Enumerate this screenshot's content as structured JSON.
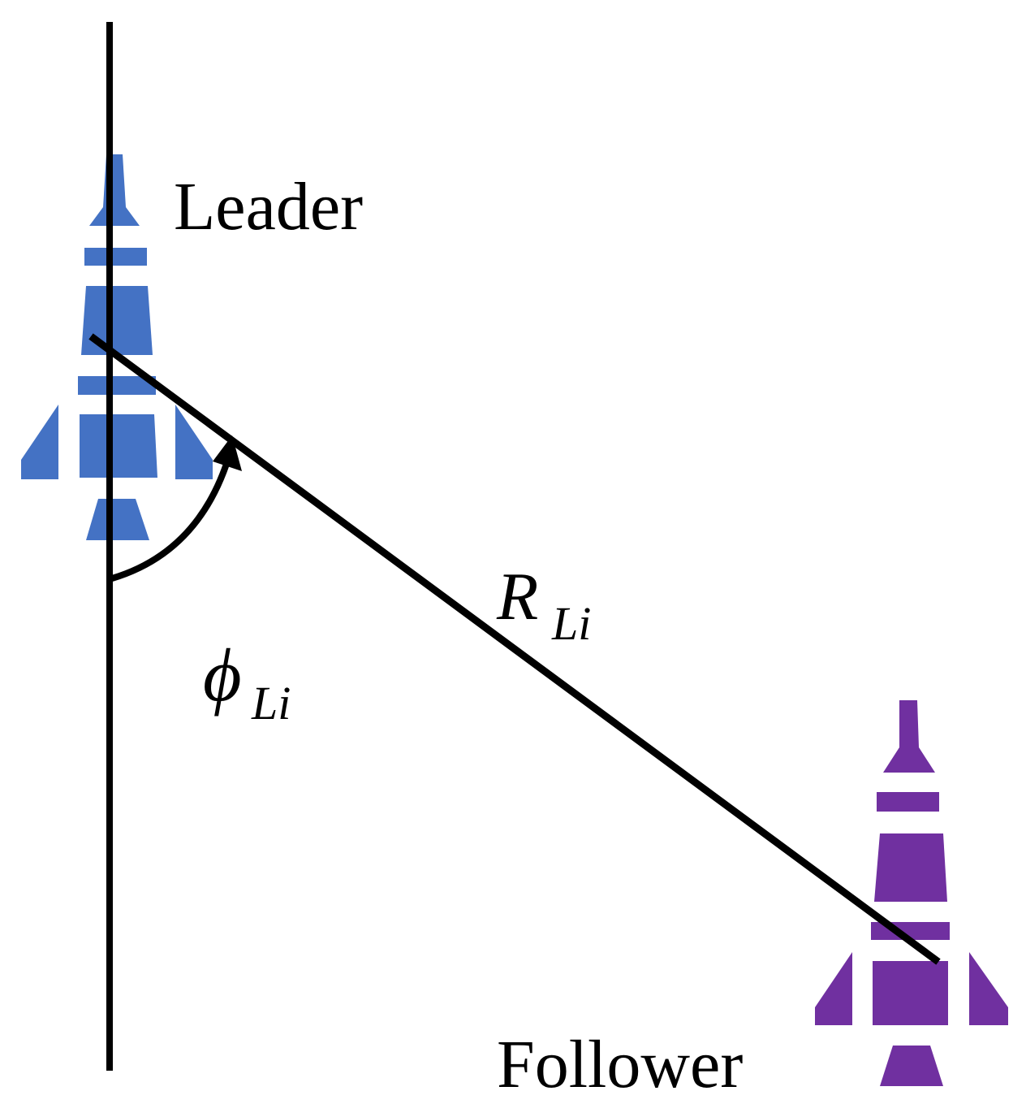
{
  "labels": {
    "leader": "Leader",
    "follower": "Follower",
    "range_main": "R",
    "range_sub": "Li",
    "angle_main": "ϕ",
    "angle_sub": "Li"
  },
  "colors": {
    "leader_aircraft": "#4472C4",
    "follower_aircraft": "#7030A0",
    "lines": "#000000"
  },
  "icons": {
    "leader": "jet-aircraft-icon",
    "follower": "jet-aircraft-icon"
  }
}
